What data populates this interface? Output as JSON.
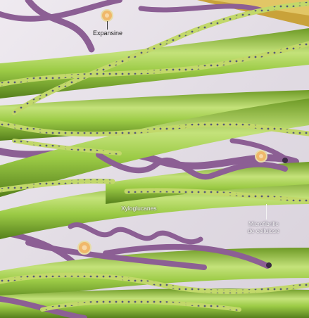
{
  "labels": {
    "expansine": "Expansine",
    "xyloglucanes": "Xyloglucanes",
    "microfibrille": "Microfibrille\nde cellulose"
  },
  "colors": {
    "background": "#e9e4ea",
    "cellulose": "#8fbe3a",
    "cellulose_highlight": "#c4e27a",
    "cellulose_shadow": "#5e8a22",
    "xyloglucan": "#c2d86a",
    "xyloglucan_dot": "#5a5a7a",
    "pectin": "#8c5f94",
    "pectin_highlight": "#b896c0",
    "expansin": "#f0b86a",
    "hemicellulose_dark": "#a67c2a"
  },
  "icons": [
    "expansin-protein-icon"
  ]
}
